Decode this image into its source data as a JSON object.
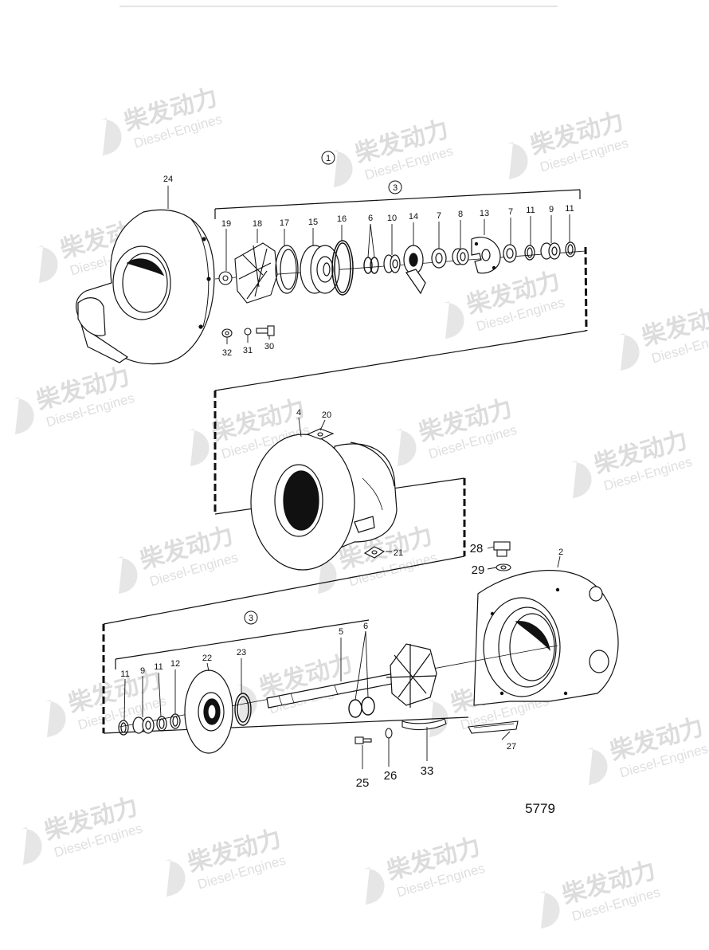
{
  "drawing": {
    "number": "5779",
    "assembly_ref": "1",
    "kit_ref_top": "3",
    "kit_ref_bottom": "3"
  },
  "watermark": {
    "brand": "柴发动力",
    "sub": "Diesel-Engines"
  },
  "callouts": {
    "p24": "24",
    "p19": "19",
    "p18": "18",
    "p17": "17",
    "p15": "15",
    "p16": "16",
    "p6a": "6",
    "p10": "10",
    "p14": "14",
    "p7a": "7",
    "p8": "8",
    "p13": "13",
    "p7b": "7",
    "p11a": "11",
    "p9a": "9",
    "p11b": "11",
    "p32": "32",
    "p31": "31",
    "p30": "30",
    "p4": "4",
    "p20": "20",
    "p21": "21",
    "p28": "28",
    "p29": "29",
    "p2": "2",
    "p5": "5",
    "p6b": "6",
    "p11c": "11",
    "p9b": "9",
    "p11d": "11",
    "p12": "12",
    "p22": "22",
    "p23": "23",
    "p27": "27",
    "p25": "25",
    "p26": "26",
    "p33": "33"
  }
}
